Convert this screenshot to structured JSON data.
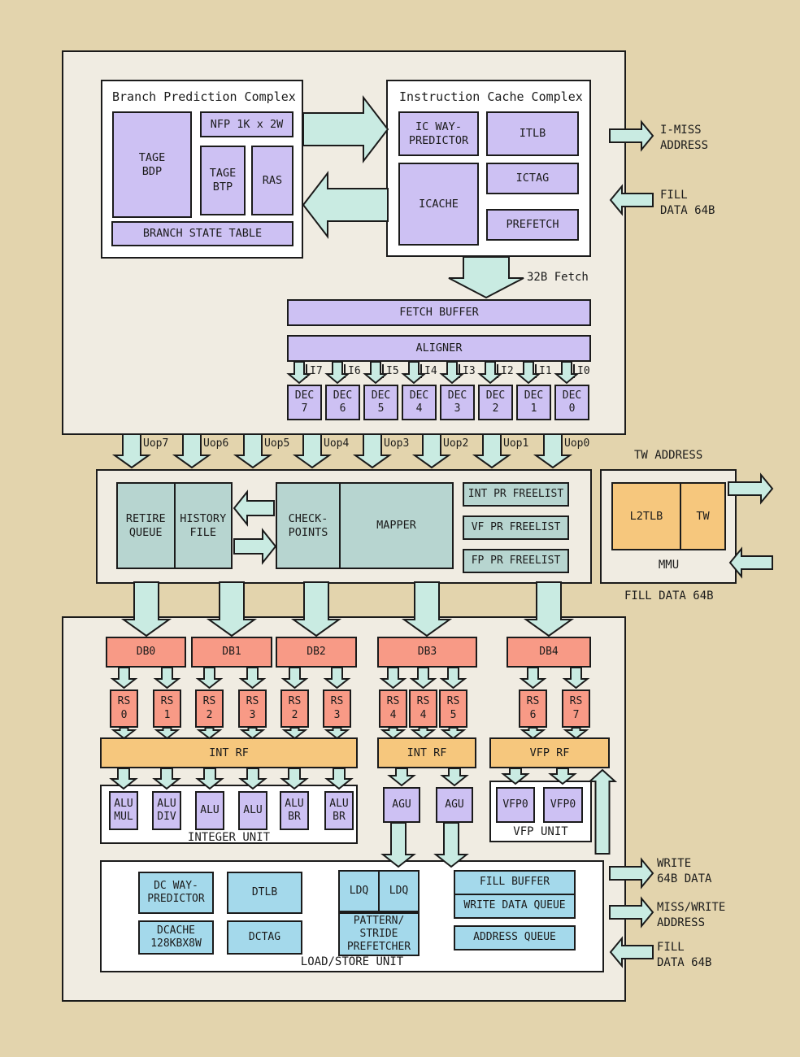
{
  "colors": {
    "background": "#e3d4ad",
    "panel": "#f0ece2",
    "box_purple": "#cdc1f3",
    "box_teal": "#b7d5d0",
    "box_orange": "#f6c77d",
    "box_salmon": "#f89a86",
    "box_blue": "#a4d9eb",
    "arrow_mint": "#c9ebe2",
    "line": "#1b1b1b"
  },
  "branch_prediction_complex": {
    "title": "Branch Prediction Complex",
    "tage_bdp": "TAGE\nBDP",
    "nfp": "NFP 1K x 2W",
    "tage_btp": "TAGE\nBTP",
    "ras": "RAS",
    "branch_state_table": "BRANCH STATE TABLE"
  },
  "instruction_cache_complex": {
    "title": "Instruction Cache Complex",
    "ic_way_predictor": "IC WAY-\nPREDICTOR",
    "itlb": "ITLB",
    "icache": "ICACHE",
    "ictag": "ICTAG",
    "prefetch": "PREFETCH"
  },
  "fetch": {
    "fetch_label": "32B Fetch",
    "fetch_buffer": "FETCH BUFFER",
    "aligner": "ALIGNER",
    "slots": [
      "I7",
      "I6",
      "I5",
      "I4",
      "I3",
      "I2",
      "I1",
      "I0"
    ],
    "decoders": [
      "DEC\n7",
      "DEC\n6",
      "DEC\n5",
      "DEC\n4",
      "DEC\n3",
      "DEC\n2",
      "DEC\n1",
      "DEC\n0"
    ]
  },
  "uops": [
    "Uop7",
    "Uop6",
    "Uop5",
    "Uop4",
    "Uop3",
    "Uop2",
    "Uop1",
    "Uop0"
  ],
  "rename": {
    "retire_queue": "RETIRE\nQUEUE",
    "history_file": "HISTORY\nFILE",
    "checkpoints": "CHECK-\nPOINTS",
    "mapper": "MAPPER",
    "freelists": [
      "INT PR FREELIST",
      "VF PR FREELIST",
      "FP PR FREELIST"
    ]
  },
  "mmu": {
    "tw_address": "TW ADDRESS",
    "l2tlb": "L2TLB",
    "tw": "TW",
    "label": "MMU",
    "fill_data": "FILL DATA 64B"
  },
  "dispatch_buffers": [
    "DB0",
    "DB1",
    "DB2",
    "DB3",
    "DB4"
  ],
  "reservation_stations": [
    "RS\n0",
    "RS\n1",
    "RS\n2",
    "RS\n3",
    "RS\n2",
    "RS\n3",
    "RS\n4",
    "RS\n4",
    "RS\n5",
    "RS\n6",
    "RS\n7"
  ],
  "register_files": {
    "int_rf": "INT RF",
    "int_rf2": "INT RF",
    "vfp_rf": "VFP RF"
  },
  "integer_unit": {
    "title": "INTEGER UNIT",
    "alus": [
      "ALU\nMUL",
      "ALU\nDIV",
      "ALU",
      "ALU",
      "ALU\nBR",
      "ALU\nBR"
    ]
  },
  "agus": [
    "AGU",
    "AGU"
  ],
  "vfp_unit": {
    "title": "VFP UNIT",
    "pipes": [
      "VFP0",
      "VFP0"
    ]
  },
  "load_store_unit": {
    "title": "LOAD/STORE UNIT",
    "dc_way_predictor": "DC WAY-\nPREDICTOR",
    "dtlb": "DTLB",
    "dcache": "DCACHE\n128KBX8W",
    "dctag": "DCTAG",
    "ldq": [
      "LDQ",
      "LDQ"
    ],
    "prefetcher": "PATTERN/\nSTRIDE\nPREFETCHER",
    "fill_buffer": "FILL BUFFER",
    "write_data_queue": "WRITE DATA QUEUE",
    "address_queue": "ADDRESS QUEUE"
  },
  "side_labels": {
    "i_miss_address": "I-MISS\nADDRESS",
    "fill_data_top": "FILL\nDATA 64B",
    "write_data": "WRITE\n64B DATA",
    "miss_write_address": "MISS/WRITE\nADDRESS",
    "fill_data_bottom": "FILL\nDATA 64B"
  }
}
